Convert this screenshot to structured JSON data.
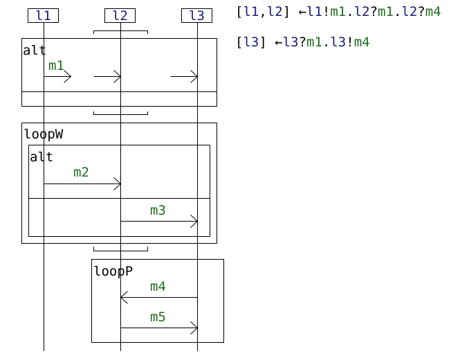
{
  "colors": {
    "lifeline_text": "#1a1a7a",
    "message_text": "#1d6b1d",
    "line": "#000000",
    "punct": "#000000"
  },
  "lifelines": [
    "l1",
    "l2",
    "l3"
  ],
  "frames": {
    "alt_top": "alt",
    "loopW": "loopW",
    "alt_inner": "alt",
    "loopP": "loopP"
  },
  "messages": {
    "m1": "m1",
    "m2": "m2",
    "m3": "m3",
    "m4": "m4",
    "m5": "m5"
  },
  "formulas": [
    {
      "tokens": [
        {
          "text": "[",
          "role": "punct"
        },
        {
          "text": "l1",
          "role": "lifeline"
        },
        {
          "text": ",",
          "role": "punct"
        },
        {
          "text": "l2",
          "role": "lifeline"
        },
        {
          "text": "] ←",
          "role": "punct"
        },
        {
          "text": "l1",
          "role": "lifeline"
        },
        {
          "text": "!",
          "role": "punct"
        },
        {
          "text": "m1",
          "role": "message"
        },
        {
          "text": ".",
          "role": "punct"
        },
        {
          "text": "l2",
          "role": "lifeline"
        },
        {
          "text": "?",
          "role": "punct"
        },
        {
          "text": "m1",
          "role": "message"
        },
        {
          "text": ".",
          "role": "punct"
        },
        {
          "text": "l2",
          "role": "lifeline"
        },
        {
          "text": "?",
          "role": "punct"
        },
        {
          "text": "m4",
          "role": "message"
        }
      ]
    },
    {
      "tokens": [
        {
          "text": "[",
          "role": "punct"
        },
        {
          "text": "l3",
          "role": "lifeline"
        },
        {
          "text": "] ←",
          "role": "punct"
        },
        {
          "text": "l3",
          "role": "lifeline"
        },
        {
          "text": "?",
          "role": "punct"
        },
        {
          "text": "m1",
          "role": "message"
        },
        {
          "text": ".",
          "role": "punct"
        },
        {
          "text": "l3",
          "role": "lifeline"
        },
        {
          "text": "!",
          "role": "punct"
        },
        {
          "text": "m4",
          "role": "message"
        }
      ]
    }
  ]
}
